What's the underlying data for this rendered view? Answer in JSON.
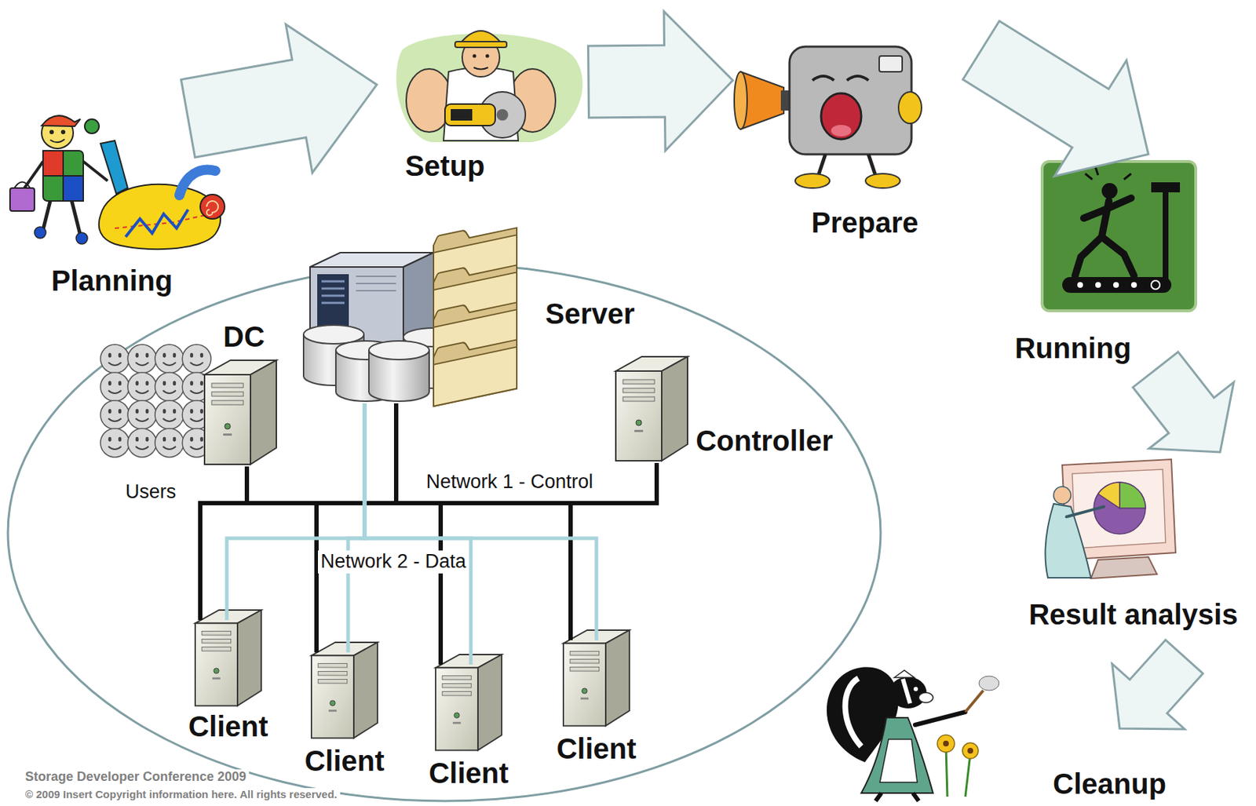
{
  "diagram": {
    "nodes": [
      {
        "text": [
          "Planning"
        ]
      },
      {
        "text": [
          "Setup"
        ]
      },
      {
        "text": [
          "Prepare"
        ]
      },
      {
        "text": [
          "Running"
        ]
      },
      {
        "text": [
          "Result analysis"
        ]
      },
      {
        "text": [
          "Cleanup"
        ]
      },
      {
        "text": [
          "DC"
        ]
      },
      {
        "text": [
          "Server"
        ]
      },
      {
        "text": [
          "Controller"
        ]
      },
      {
        "text": [
          "Client"
        ]
      },
      {
        "text": [
          "Client"
        ]
      },
      {
        "text": [
          "Client"
        ]
      },
      {
        "text": [
          "Client"
        ]
      }
    ],
    "edges": [
      {
        "from": 0,
        "to": 1,
        "arrow": "to"
      },
      {
        "from": 1,
        "to": 2,
        "arrow": "to"
      },
      {
        "from": 2,
        "to": 3,
        "arrow": "to"
      },
      {
        "from": 3,
        "to": 4,
        "arrow": "to"
      },
      {
        "from": 4,
        "to": 5,
        "arrow": "to"
      },
      {
        "from": 8,
        "to": 6,
        "arrow": "none"
      },
      {
        "from": 8,
        "to": 7,
        "arrow": "none"
      },
      {
        "from": 8,
        "to": 9,
        "arrow": "none"
      },
      {
        "from": 8,
        "to": 10,
        "arrow": "none"
      },
      {
        "from": 8,
        "to": 11,
        "arrow": "none"
      },
      {
        "from": 8,
        "to": 12,
        "arrow": "none"
      },
      {
        "from": 7,
        "to": 9,
        "arrow": "none"
      },
      {
        "from": 7,
        "to": 10,
        "arrow": "none"
      },
      {
        "from": 7,
        "to": 11,
        "arrow": "none"
      },
      {
        "from": 7,
        "to": 12,
        "arrow": "none"
      }
    ],
    "labels": [
      "Users",
      "Network 1 - Control",
      "Network 2 - Data",
      "Storage Developer Conference 2009",
      "© 2009 Insert Copyright information here. All rights reserved."
    ]
  }
}
